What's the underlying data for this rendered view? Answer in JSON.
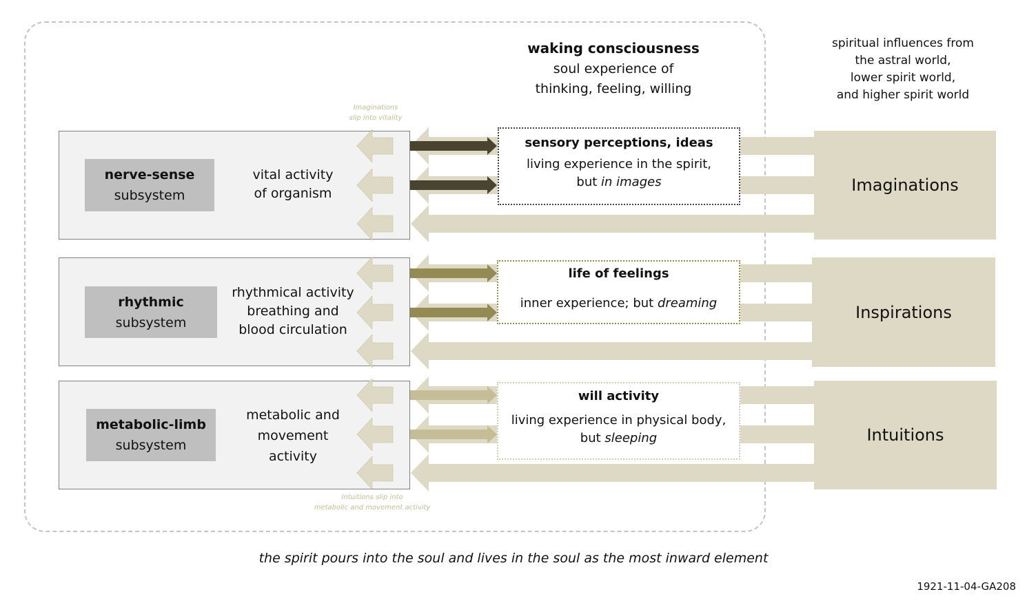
{
  "header": {
    "title": "waking consciousness",
    "subtitle_line1": "soul experience of",
    "subtitle_line2": "thinking, feeling, willing"
  },
  "spiritual_influences": {
    "line1": "spiritual influences from",
    "line2": "the astral world,",
    "line3": "lower spirit world,",
    "line4": "and higher spirit world"
  },
  "notes": {
    "top_line1": "Imaginations",
    "top_line2": "slip into vitality",
    "bottom_line1": "Intuitions slip into",
    "bottom_line2": "metabolic and movement activity"
  },
  "rows": [
    {
      "subsystem_bold": "nerve-sense",
      "subsystem_label": "subsystem",
      "activity_lines": [
        "vital activity",
        "of organism"
      ],
      "experience_title": "sensory perceptions, ideas",
      "experience_desc_line1": "living experience in the spirit,",
      "experience_desc_prefix": "but ",
      "experience_desc_italic": "in images",
      "influence": "Imaginations",
      "arrow_color": "#4a4330",
      "border_color": "#404040"
    },
    {
      "subsystem_bold": "rhythmic",
      "subsystem_label": "subsystem",
      "activity_lines": [
        "rhythmical activity",
        "breathing and",
        "blood circulation"
      ],
      "experience_title": "life of feelings",
      "experience_desc_line1": "",
      "experience_desc_prefix": "inner experience; but ",
      "experience_desc_italic": "dreaming",
      "influence": "Inspirations",
      "arrow_color": "#948a54",
      "border_color": "#948a54"
    },
    {
      "subsystem_bold": "metabolic-limb",
      "subsystem_label": "subsystem",
      "activity_lines": [
        "metabolic and",
        "movement",
        "activity"
      ],
      "experience_title": "will activity",
      "experience_desc_line1": "living experience in physical body,",
      "experience_desc_prefix": "but ",
      "experience_desc_italic": "sleeping",
      "influence": "Intuitions",
      "arrow_color": "#c4bd97",
      "border_color": "#d0ccb8"
    }
  ],
  "colors": {
    "influence_fill": "#ddd9c4",
    "left_box_fill": "#f2f2f2",
    "subsystem_fill": "#bfbfbf",
    "note_text": "#c4bd97",
    "dashed_border": "#c4c4c4"
  },
  "caption": "the spirit pours into the soul and lives in the soul as the most inward element",
  "reference_code": "1921-11-04-GA208"
}
